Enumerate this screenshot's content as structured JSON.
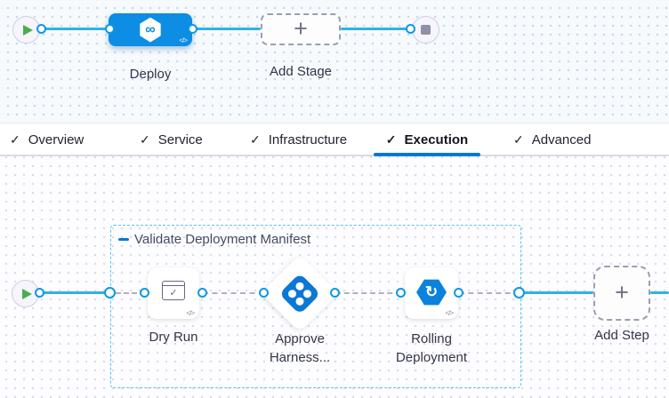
{
  "stage_canvas": {
    "stage": {
      "label": "Deploy"
    },
    "add_stage": {
      "label": "Add Stage"
    }
  },
  "tabs": {
    "check_glyph": "✓",
    "items": [
      {
        "label": "Overview",
        "checked": true,
        "active": false
      },
      {
        "label": "Service",
        "checked": true,
        "active": false
      },
      {
        "label": "Infrastructure",
        "checked": true,
        "active": false
      },
      {
        "label": "Execution",
        "checked": true,
        "active": true
      },
      {
        "label": "Advanced",
        "checked": true,
        "active": false
      }
    ]
  },
  "execution_canvas": {
    "group": {
      "label": "Validate Deployment Manifest"
    },
    "steps": [
      {
        "id": "dry-run",
        "label": "Dry Run",
        "icon": "dry-run-window-check-icon"
      },
      {
        "id": "approve",
        "label_line1": "Approve",
        "label_line2": "Harness...",
        "icon": "harness-approval-icon"
      },
      {
        "id": "rolling-deployment",
        "label_line1": "Rolling",
        "label_line2": "Deployment",
        "icon": "rolling-deployment-icon"
      }
    ],
    "add_step": {
      "label": "Add Step"
    }
  },
  "glyphs": {
    "plus": "+",
    "code": "</>",
    "infinity": "∞",
    "rolling_arrow": "↻",
    "check": "✓"
  },
  "colors": {
    "primary_blue": "#0278d5",
    "node_blue": "#0d8de4",
    "line_blue": "#2fb0ef",
    "container_dash_blue": "#5ac3ec",
    "play_green": "#4aae4f",
    "stop_gray": "#8e90a7"
  }
}
